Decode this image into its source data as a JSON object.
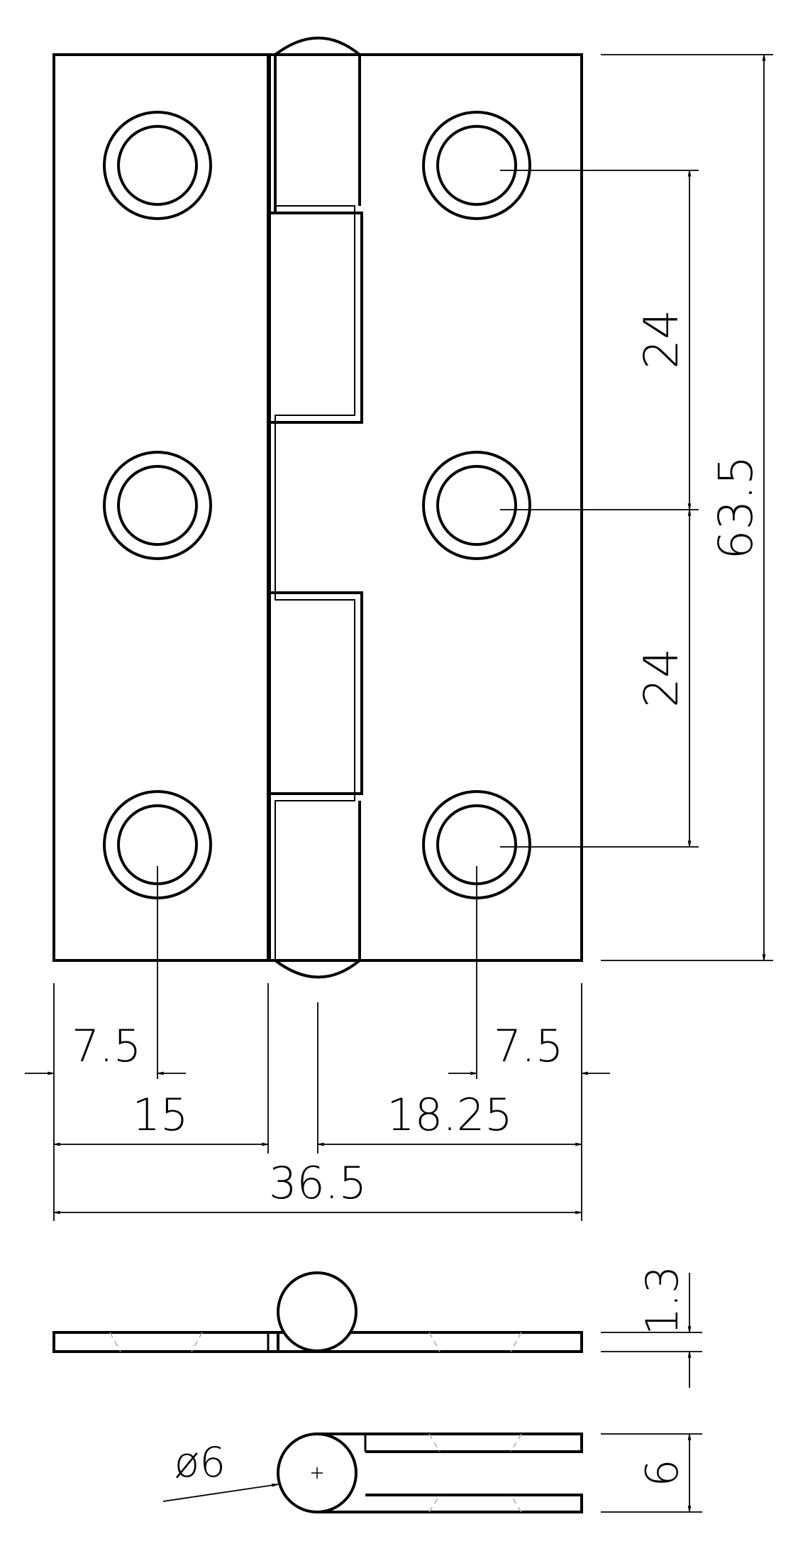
{
  "drawing": {
    "line_color": "#000000",
    "background": "#ffffff",
    "hidden_line_color": "#aaaaaa"
  },
  "dimensions": {
    "hole_pitch_upper": "24",
    "hole_pitch_lower": "24",
    "overall_height": "63.5",
    "left_edge_offset": "7.5",
    "right_edge_offset": "7.5",
    "left_leaf_width": "15",
    "right_leaf_width": "18.25",
    "overall_width": "36.5",
    "pin_protrusion": "1.3",
    "pin_diameter": "ø6",
    "closed_thickness": "6"
  }
}
